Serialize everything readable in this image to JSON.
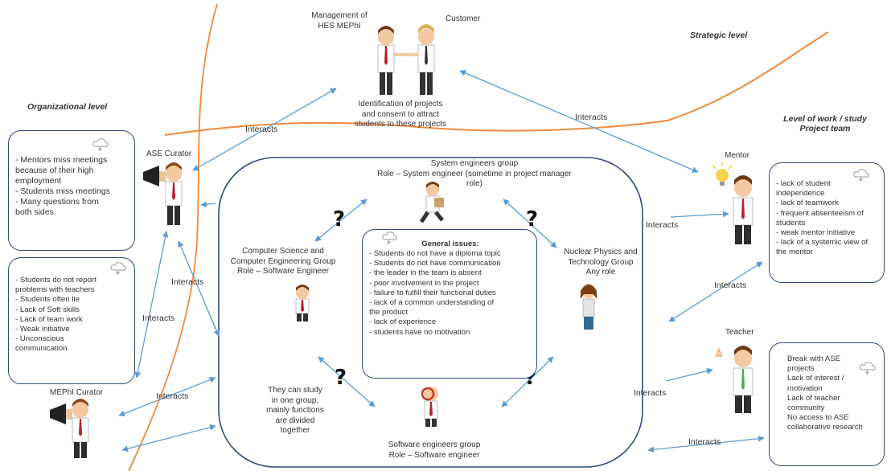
{
  "levels": {
    "strategic": "Strategic level",
    "organizational": "Organizational level",
    "work_line1": "Level of work / study",
    "work_line2": "Project team"
  },
  "actors": {
    "management_line1": "Management of",
    "management_line2": "HES MEPhI",
    "customer": "Customer",
    "ase_curator": "ASE Curator",
    "mephi_curator": "MEPhI Curator",
    "mentor": "Mentor",
    "teacher": "Teacher"
  },
  "strategic_caption": [
    "Identification of projects",
    "and consent to attract",
    "students to these projects"
  ],
  "interacts": "Interacts",
  "groups": {
    "system_line1": "System engineers group",
    "system_line2": "Role – System engineer (sometime in project manager role)",
    "cs_lines": [
      "Computer Science and",
      "Computer Engineering Group",
      "Role – Software Engineer"
    ],
    "nuclear_lines": [
      "Nuclear Physics and",
      "Technology Group",
      "Any role"
    ],
    "software_line1": "Software engineers group",
    "software_line2": "Role – Software engineer",
    "study_lines": [
      "They can study",
      "in one group,",
      "mainly functions",
      "are divided",
      "together"
    ]
  },
  "general_issues": {
    "title": "General issues:",
    "items": [
      "- Students do not have a diploma topic",
      "- Students do not have communication",
      "- the leader in the team is absent",
      "- poor involvement in the project",
      "- failure to fulfill their functional duties",
      "- lack of a common understanding of",
      "the product",
      "- lack of experience",
      "- students have no motivation"
    ]
  },
  "org_problems_1": [
    "- Mentors miss meetings",
    "because of their high",
    "employment",
    "- Students miss meetings",
    "- Many questions from",
    "both sides."
  ],
  "org_problems_2": [
    "- Students do not report",
    "problems with teachers",
    "- Students often lie",
    "- Lack of Soft skills",
    "- Lack of team work",
    "- Weak initiative",
    "- Unconscious",
    "communication"
  ],
  "mentor_problems": [
    "- lack of student",
    "independence",
    "- lack of teamwork",
    "- frequent absenteeism of",
    "students",
    "- weak mentor initiative",
    "- lack of a systemic view of",
    "the mentor"
  ],
  "teacher_problems": [
    "Break with ASE",
    "projects",
    "Lack of interest /",
    "motivation",
    "Lack of teacher",
    "community",
    "No access to ASE",
    "collaborative research"
  ],
  "question_mark": "?",
  "colors": {
    "arrow": "#5b9bd5",
    "orange_line": "#f08a3c",
    "box_border": "#2f4b7c"
  }
}
